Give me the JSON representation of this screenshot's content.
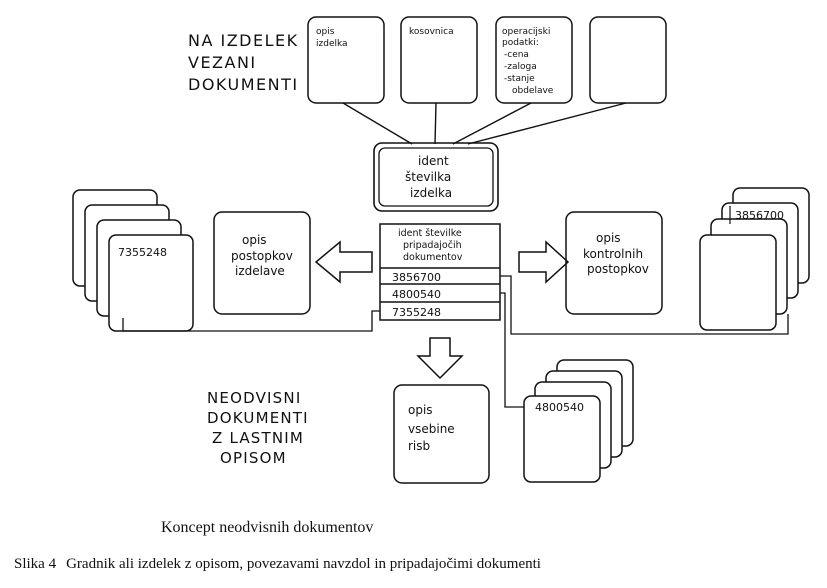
{
  "linked_docs": {
    "heading": [
      "NA IZDELEK",
      "VEZANI",
      "DOKUMENTI"
    ],
    "boxes": [
      [
        "opis",
        "izdelka"
      ],
      [
        "kosovnica"
      ],
      [
        "operacijski",
        "podatki:",
        "-cena",
        "-zaloga",
        "-stanje",
        "obdelave"
      ],
      []
    ]
  },
  "ident_box": [
    "ident",
    "številka",
    "izdelka"
  ],
  "ident_table": {
    "header": [
      "ident številke",
      "pripadajočih",
      "dokumentov"
    ],
    "rows": [
      "3856700",
      "4800540",
      "7355248"
    ]
  },
  "left_doc": [
    "opis",
    "postopkov",
    "izdelave"
  ],
  "right_doc": [
    "opis",
    "kontrolnih",
    "postopkov"
  ],
  "bottom_doc": [
    "opis",
    "vsebine",
    "risb"
  ],
  "independent_heading": [
    "NEODVISNI",
    "DOKUMENTI",
    "Z LASTNIM",
    "OPISOM"
  ],
  "stacks": {
    "left_label": "7355248",
    "right_label": "3856700",
    "bottom_label": "4800540"
  },
  "caption": {
    "title": "Koncept neodvisnih dokumentov",
    "figure_number": "Slika 4",
    "figure_text": "Gradnik ali izdelek z opisom, povezavami navzdol in pripadajočimi dokumenti"
  }
}
